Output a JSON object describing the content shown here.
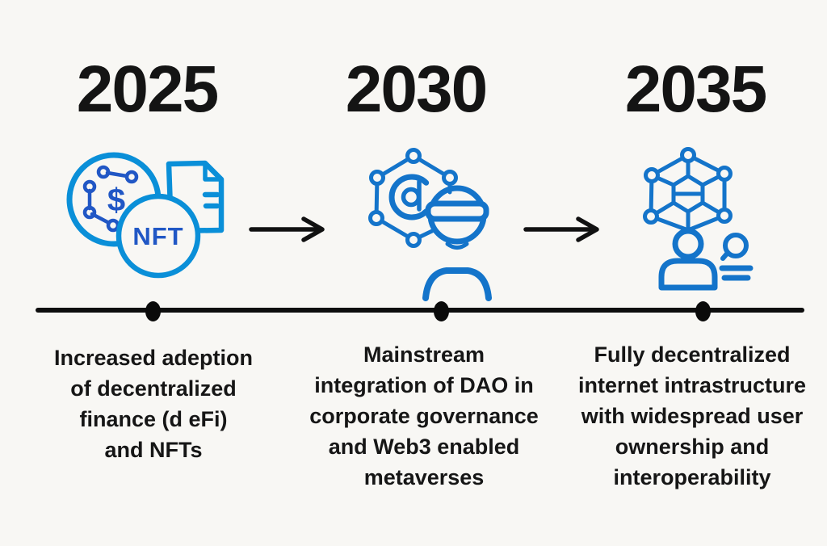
{
  "colors": {
    "background": "#f8f7f4",
    "ink_black": "#141414",
    "bright_blue": "#0a8fd8",
    "dark_blue": "#2157c5",
    "mid_blue": "#1474ca"
  },
  "milestones": [
    {
      "year": "2025",
      "icon": "defi-nft-documents-icon",
      "icon_text": {
        "currency_symbol": "$",
        "nft_label": "NFT"
      },
      "caption_lines": [
        "Increased adeption",
        "of decentralized",
        "finance (d eFi)",
        "and NFTs"
      ]
    },
    {
      "year": "2030",
      "icon": "dao-hexagon-vr-user-icon",
      "caption_lines": [
        "Mainstream",
        "integration of DAO in",
        "corporate governance",
        "and Web3 enabled",
        "metaverses"
      ]
    },
    {
      "year": "2035",
      "icon": "decentralized-network-user-search-icon",
      "caption_lines": [
        "Fully decentralized",
        "internet intrastructure",
        "with widespread user",
        "ownership and",
        "interoperability"
      ]
    }
  ]
}
